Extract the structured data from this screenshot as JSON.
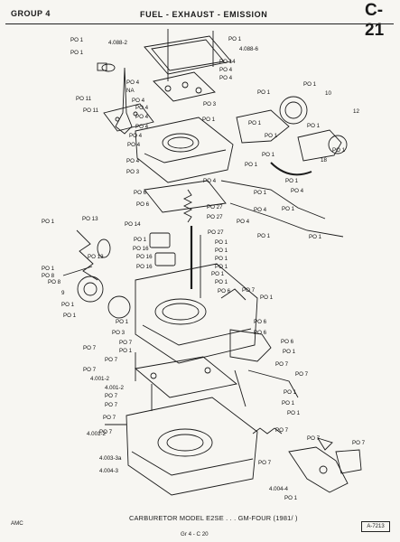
{
  "header": {
    "group": "GROUP 4",
    "section": "FUEL - EXHAUST - EMISSION",
    "page_code": "C-21"
  },
  "callouts": [
    "PO 1",
    "4.088-2",
    "PO 1",
    "PO 1",
    "4.088-6",
    "PO 14",
    "PO 4",
    "PO 4",
    "PO 4",
    "NA",
    "PO 4",
    "PO 11",
    "PO 11",
    "PO 4",
    "PO 4",
    "PO 3",
    "PO 1",
    "PO 1",
    "10",
    "PO 1",
    "PO 4",
    "PO 1",
    "PO 1",
    "12",
    "PO 4",
    "PO 1",
    "PO 4",
    "PO 1",
    "PO 4",
    "PO 1",
    "18",
    "PO 3",
    "PO 1",
    "PO 4",
    "PO 4",
    "PO 6",
    "PO 1",
    "PO 1",
    "PO 6",
    "PO 27",
    "PO 4",
    "PO 1",
    "PO 27",
    "PO 4",
    "PO 1",
    "PO 1",
    "PO 1",
    "PO 13",
    "PO 14",
    "PO 27",
    "PO 1",
    "PO 1",
    "PO 1",
    "PO 16",
    "PO 1",
    "PO 16",
    "PO 1",
    "PO 13",
    "PO 1",
    "PO 8",
    "PO 16",
    "PO 1",
    "PO 8",
    "PO 1",
    "PO 6",
    "9",
    "PO 7",
    "PO 1",
    "PO 1",
    "PO 1",
    "PO 6",
    "PO 1",
    "PO 3",
    "PO 6",
    "PO 7",
    "PO 6",
    "PO 7",
    "PO 1",
    "PO 1",
    "PO 7",
    "PO 7",
    "PO 7",
    "4.001-2",
    "4.001-2",
    "PO 7",
    "PO 7",
    "PO 1",
    "PO 7",
    "PO 1",
    "PO 7",
    "PO 1",
    "PO 7",
    "4.001-2",
    "PO 7",
    "PO 7",
    "PO 7",
    "4.003-3a",
    "PO 7",
    "4.004-3",
    "4.004-4",
    "PO 1"
  ],
  "caption": "CARBURETOR MODEL E2SE . . . GM-FOUR (1981/ )",
  "ref_code": "A-7213",
  "footer": {
    "left": "AMC",
    "center": "Gr 4 - C 20"
  }
}
